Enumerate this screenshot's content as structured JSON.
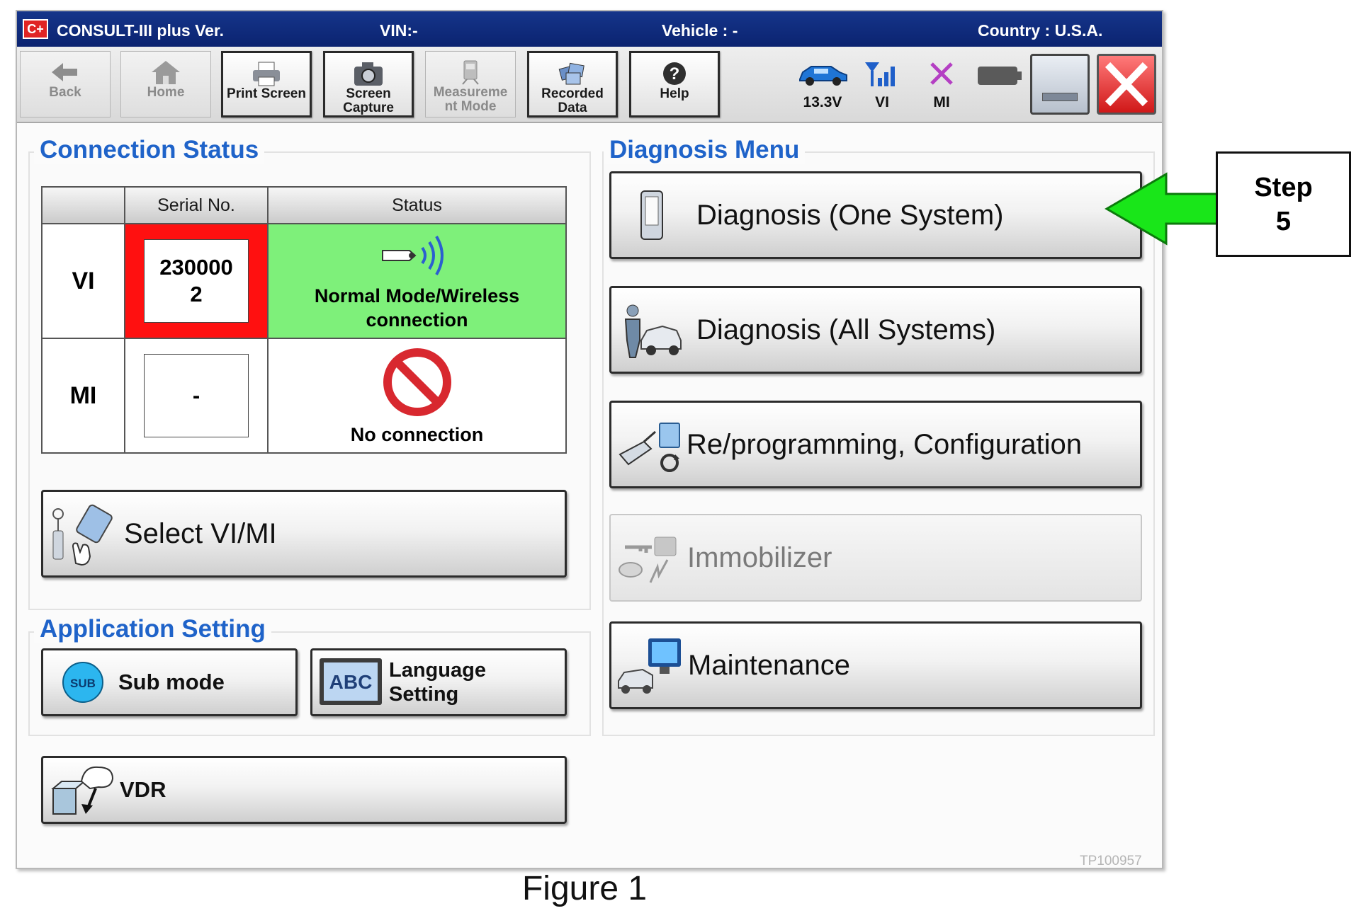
{
  "titlebar": {
    "app_name": "CONSULT-III plus  Ver.",
    "vin": "VIN:-",
    "vehicle": "Vehicle : -",
    "country": "Country : U.S.A.",
    "logo_text": "C+"
  },
  "toolbar": {
    "back_label": "Back",
    "home_label": "Home",
    "print_screen_label": "Print Screen",
    "screen_capture_label": "Screen Capture",
    "measurement_mode_label": "Measureme nt Mode",
    "recorded_data_label": "Recorded Data",
    "help_label": "Help",
    "voltage": "13.3V",
    "vi_label": "VI",
    "mi_label": "MI"
  },
  "connection_status": {
    "title": "Connection Status",
    "columns": [
      "",
      "Serial No.",
      "Status"
    ],
    "rows": [
      {
        "name": "VI",
        "serial": "230000\n2",
        "status": "Normal Mode/Wireless connection"
      },
      {
        "name": "MI",
        "serial": "-",
        "status": "No connection"
      }
    ],
    "select_button_label": "Select VI/MI"
  },
  "application_setting": {
    "title": "Application Setting",
    "sub_mode_label": "Sub mode",
    "sub_icon_text": "SUB",
    "language_label": "Language Setting",
    "language_icon_text": "ABC"
  },
  "vdr_label": "VDR",
  "diagnosis_menu": {
    "title": "Diagnosis Menu",
    "items": [
      {
        "label": "Diagnosis (One System)",
        "enabled": true
      },
      {
        "label": "Diagnosis (All Systems)",
        "enabled": true
      },
      {
        "label": "Re/programming, Configuration",
        "enabled": true
      },
      {
        "label": "Immobilizer",
        "enabled": false
      },
      {
        "label": "Maintenance",
        "enabled": true
      }
    ]
  },
  "watermark": "TP100957",
  "annotation": {
    "step_word": "Step",
    "step_number": "5"
  },
  "figure_caption": "Figure 1",
  "colors": {
    "title_bar": "#0b2370",
    "section_title": "#1f63c9",
    "status_ok": "#7ef07a",
    "serial_highlight": "#ff1010",
    "arrow": "#19e619",
    "close": "#d01818"
  }
}
